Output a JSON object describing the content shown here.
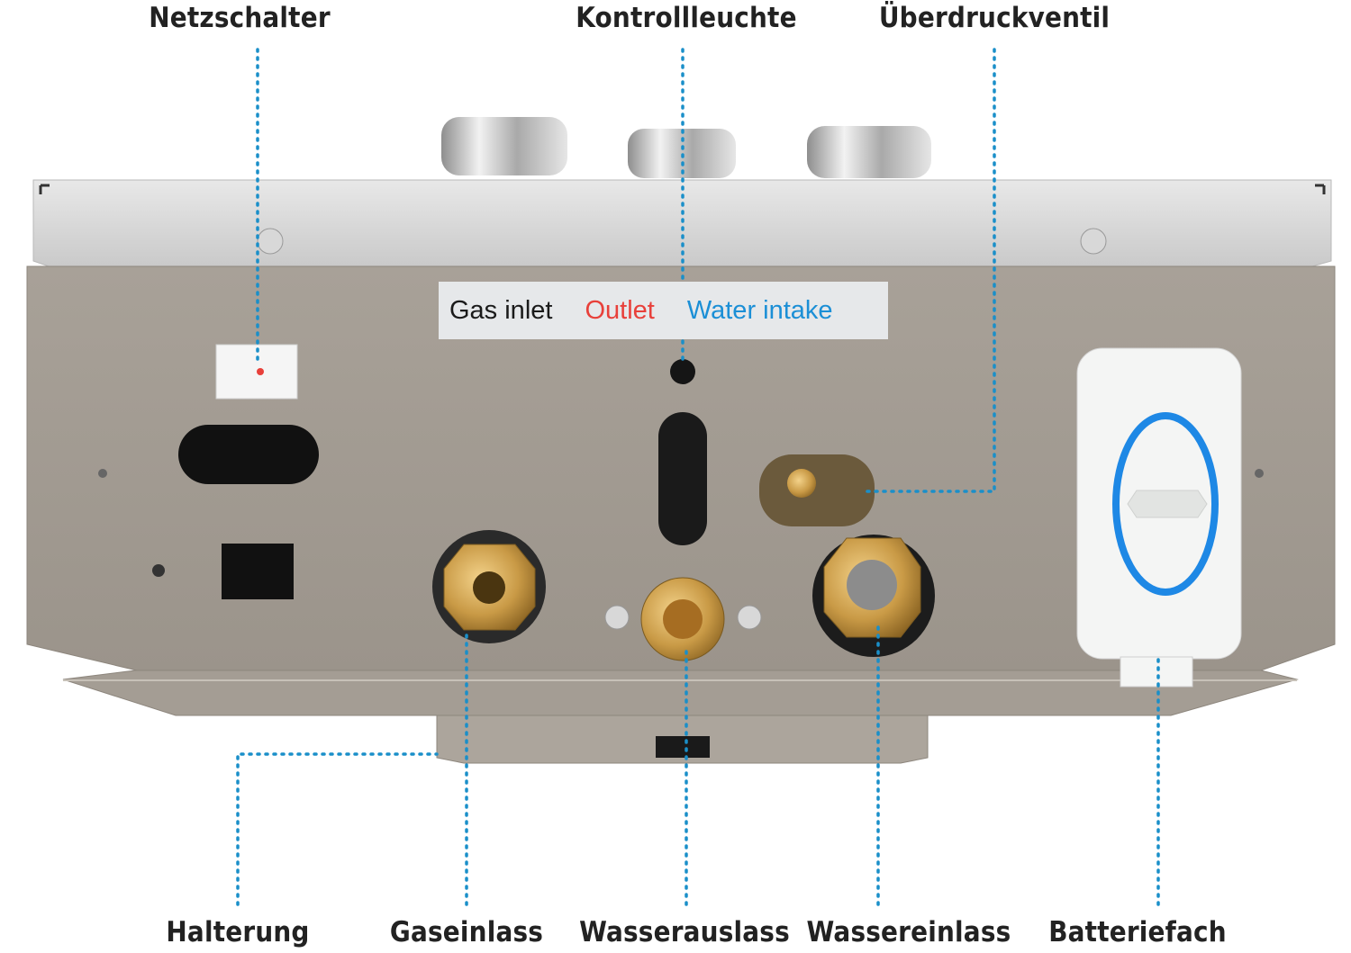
{
  "labels": {
    "netzschalter": "Netzschalter",
    "kontrollleuchte": "Kontrollleuchte",
    "ueberdruckventil": "Überdruckventil",
    "halterung": "Halterung",
    "gaseinlass": "Gaseinlass",
    "wasserauslass": "Wasserauslass",
    "wassereinlass": "Wassereinlass",
    "batteriefach": "Batteriefach"
  },
  "sticker": {
    "gas_inlet": "Gas inlet",
    "outlet": "Outlet",
    "water_intake": "Water intake"
  },
  "colors": {
    "leader_line": "#1a8fc9",
    "outlet_text": "#e8403a",
    "water_text": "#1b8fd6",
    "gas_text": "#1a1a1a",
    "body": "#a19a91",
    "brass": "#c99a46",
    "battery_ring": "#1e88e5"
  }
}
